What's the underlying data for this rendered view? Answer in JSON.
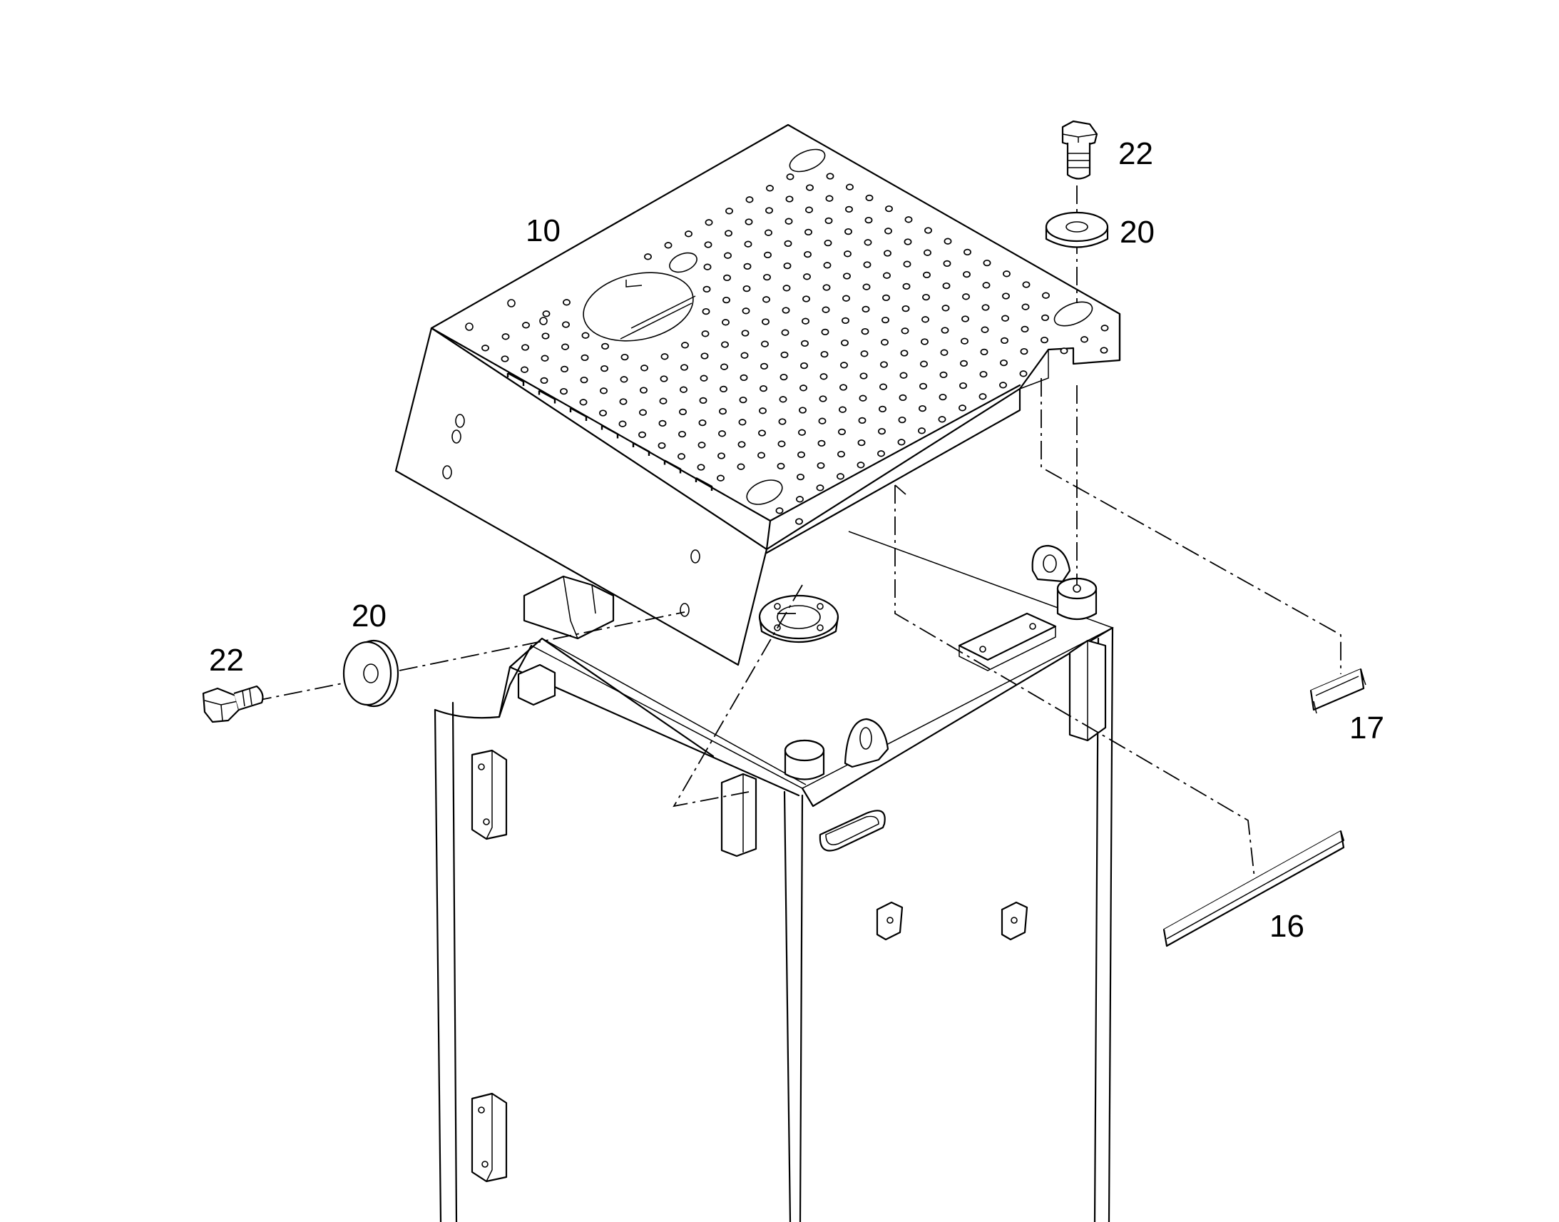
{
  "callouts": {
    "part_10": "10",
    "part_16": "16",
    "part_17": "17",
    "part_20_top": "20",
    "part_20_left": "20",
    "part_22_top": "22",
    "part_22_left": "22"
  },
  "colors": {
    "line": "#000000",
    "background": "#ffffff",
    "shade": "#e9e9e9"
  }
}
